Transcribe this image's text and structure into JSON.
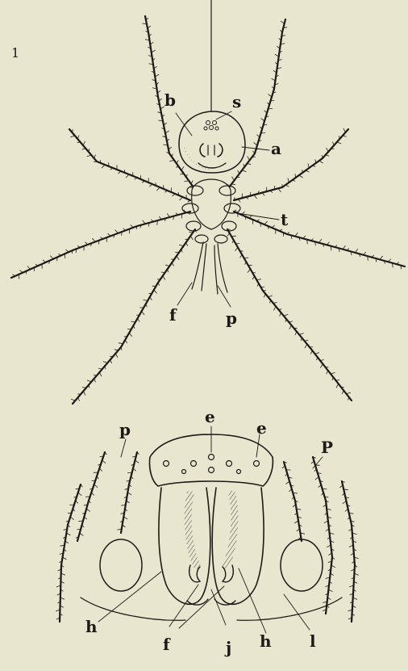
{
  "figure": {
    "number": "1",
    "top_labels": {
      "b": "b",
      "s": "s",
      "a": "a",
      "t": "t",
      "f": "f",
      "p": "p"
    },
    "bottom_labels": {
      "e_center": "e",
      "e_right": "e",
      "p_left": "p",
      "p_right": "P",
      "h_left": "h",
      "h_right": "h",
      "f": "f",
      "j": "j",
      "l": "l"
    }
  },
  "colors": {
    "paper": "#e9e6d0",
    "ink": "#1c1a16"
  }
}
